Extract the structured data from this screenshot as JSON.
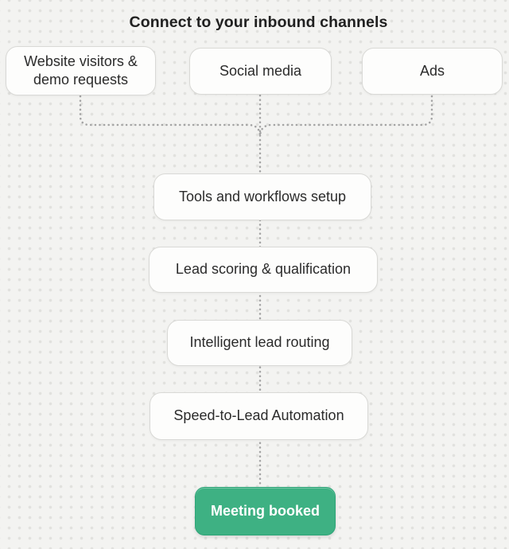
{
  "title": "Connect to your inbound channels",
  "channels": [
    {
      "label": "Website visitors & demo requests"
    },
    {
      "label": "Social media"
    },
    {
      "label": "Ads"
    }
  ],
  "steps": [
    {
      "label": "Tools and workflows setup"
    },
    {
      "label": "Lead scoring & qualification"
    },
    {
      "label": "Intelligent lead routing"
    },
    {
      "label": "Speed-to-Lead Automation"
    }
  ],
  "result": {
    "label": "Meeting booked"
  },
  "colors": {
    "background": "#f3f3f1",
    "grid_dot": "#e1e1de",
    "node_fill": "#fdfdfc",
    "node_border": "#d9d9d6",
    "node_text": "#2b2b2b",
    "connector": "#a3a3a3",
    "accent_green": "#3eb183",
    "accent_green_border": "#2da578",
    "result_text": "#ffffff",
    "title_text": "#212121"
  }
}
